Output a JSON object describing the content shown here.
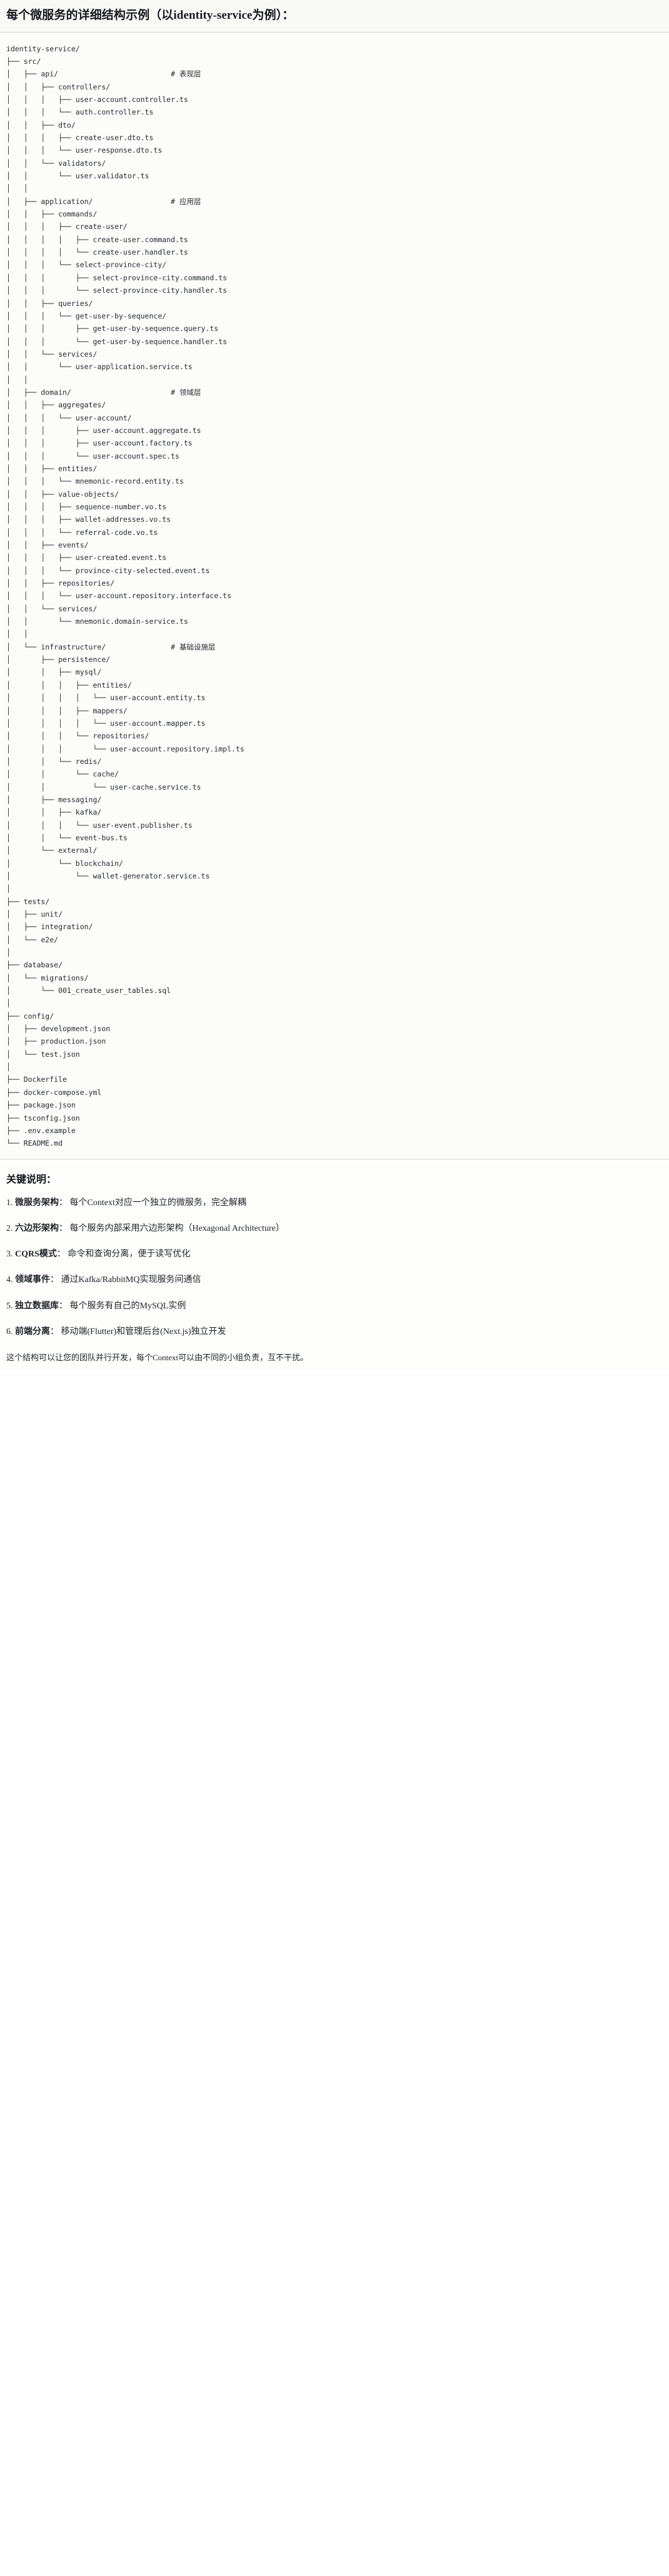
{
  "heading": {
    "title": "每个微服务的详细结构示例（以identity-service为例）："
  },
  "tree": {
    "root": "identity-service/",
    "text": "identity-service/\n├── src/\n│   ├── api/                          # 表现层\n│   │   ├── controllers/\n│   │   │   ├── user-account.controller.ts\n│   │   │   └── auth.controller.ts\n│   │   ├── dto/\n│   │   │   ├── create-user.dto.ts\n│   │   │   └── user-response.dto.ts\n│   │   └── validators/\n│   │       └── user.validator.ts\n│   │\n│   ├── application/                  # 应用层\n│   │   ├── commands/\n│   │   │   ├── create-user/\n│   │   │   │   ├── create-user.command.ts\n│   │   │   │   └── create-user.handler.ts\n│   │   │   └── select-province-city/\n│   │   │       ├── select-province-city.command.ts\n│   │   │       └── select-province-city.handler.ts\n│   │   ├── queries/\n│   │   │   └── get-user-by-sequence/\n│   │   │       ├── get-user-by-sequence.query.ts\n│   │   │       └── get-user-by-sequence.handler.ts\n│   │   └── services/\n│   │       └── user-application.service.ts\n│   │\n│   ├── domain/                       # 领域层\n│   │   ├── aggregates/\n│   │   │   └── user-account/\n│   │   │       ├── user-account.aggregate.ts\n│   │   │       ├── user-account.factory.ts\n│   │   │       └── user-account.spec.ts\n│   │   ├── entities/\n│   │   │   └── mnemonic-record.entity.ts\n│   │   ├── value-objects/\n│   │   │   ├── sequence-number.vo.ts\n│   │   │   ├── wallet-addresses.vo.ts\n│   │   │   └── referral-code.vo.ts\n│   │   ├── events/\n│   │   │   ├── user-created.event.ts\n│   │   │   └── province-city-selected.event.ts\n│   │   ├── repositories/\n│   │   │   └── user-account.repository.interface.ts\n│   │   └── services/\n│   │       └── mnemonic.domain-service.ts\n│   │\n│   └── infrastructure/               # 基础设施层\n│       ├── persistence/\n│       │   ├── mysql/\n│       │   │   ├── entities/\n│       │   │   │   └── user-account.entity.ts\n│       │   │   ├── mappers/\n│       │   │   │   └── user-account.mapper.ts\n│       │   │   └── repositories/\n│       │   │       └── user-account.repository.impl.ts\n│       │   └── redis/\n│       │       └── cache/\n│       │           └── user-cache.service.ts\n│       ├── messaging/\n│       │   ├── kafka/\n│       │   │   └── user-event.publisher.ts\n│       │   └── event-bus.ts\n│       └── external/\n│           └── blockchain/\n│               └── wallet-generator.service.ts\n│\n├── tests/\n│   ├── unit/\n│   ├── integration/\n│   └── e2e/\n│\n├── database/\n│   └── migrations/\n│       └── 001_create_user_tables.sql\n│\n├── config/\n│   ├── development.json\n│   ├── production.json\n│   └── test.json\n│\n├── Dockerfile\n├── docker-compose.yml\n├── package.json\n├── tsconfig.json\n├── .env.example\n└── README.md",
    "layer_comments": [
      {
        "path": "src/api/",
        "comment": "# 表现层"
      },
      {
        "path": "src/application/",
        "comment": "# 应用层"
      },
      {
        "path": "src/domain/",
        "comment": "# 领域层"
      },
      {
        "path": "src/infrastructure/",
        "comment": "# 基础设施层"
      }
    ]
  },
  "notes": {
    "title": "关键说明：",
    "points": [
      {
        "num": "1.",
        "term": "微服务架构",
        "sep": "：",
        "desc": "每个Context对应一个独立的微服务，完全解耦"
      },
      {
        "num": "2.",
        "term": "六边形架构",
        "sep": "：",
        "desc": "每个服务内部采用六边形架构（Hexagonal Architecture）"
      },
      {
        "num": "3.",
        "term": "CQRS模式",
        "sep": "：",
        "desc": "命令和查询分离，便于读写优化"
      },
      {
        "num": "4.",
        "term": "领域事件",
        "sep": "：",
        "desc": "通过Kafka/RabbitMQ实现服务间通信"
      },
      {
        "num": "5.",
        "term": "独立数据库",
        "sep": "：",
        "desc": "每个服务有自己的MySQL实例"
      },
      {
        "num": "6.",
        "term": "前端分离",
        "sep": "：",
        "desc": "移动端(Flutter)和管理后台(Next.js)独立开发"
      }
    ],
    "closing": "这个结构可以让您的团队并行开发，每个Context可以由不同的小组负责，互不干扰。"
  },
  "colors": {
    "page_background": "#ffffff",
    "heading_background": "#f8f8f5",
    "code_background": "#fcfcfa",
    "notes_background": "#fdfdfb",
    "text": "#1f2328",
    "code_text": "#24292f",
    "divider": "#d9d9d4"
  }
}
